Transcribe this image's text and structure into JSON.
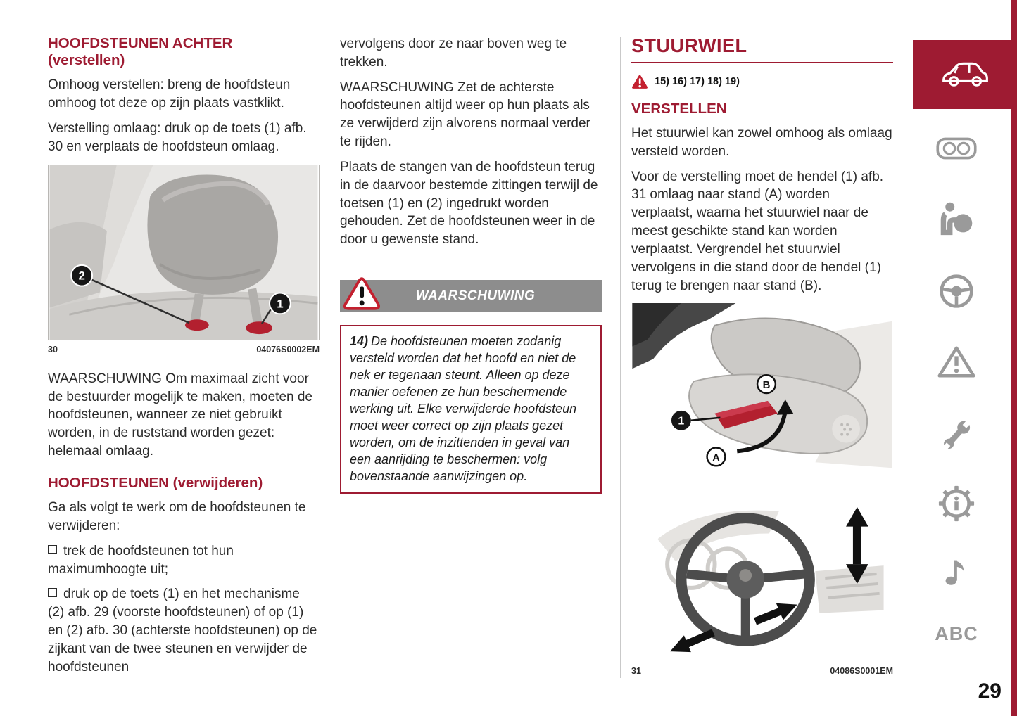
{
  "page": {
    "number": "29"
  },
  "colors": {
    "accent_red": "#9e1b32",
    "body_text": "#2b2b2b",
    "banner_gray": "#8d8d8d",
    "icon_gray": "#9a9a9a"
  },
  "column1": {
    "heading": "HOOFDSTEUNEN ACHTER\n(verstellen)",
    "para1": "Omhoog verstellen: breng de hoofdsteun omhoog tot deze op zijn plaats vastklikt.",
    "para2": "Verstelling omlaag: druk op de toets (1) afb. 30 en verplaats de hoofdsteun omlaag.",
    "figure30": {
      "caption_number": "30",
      "caption_code": "04076S0002EM",
      "callout1": "1",
      "callout2": "2"
    },
    "para3": "WAARSCHUWING Om maximaal zicht voor de bestuurder mogelijk te maken, moeten de hoofdsteunen, wanneer ze niet gebruikt worden, in de ruststand worden gezet: helemaal omlaag.",
    "heading2": "HOOFDSTEUNEN (verwijderen)",
    "para4": "Ga als volgt te werk om de hoofdsteunen te verwijderen:",
    "bullets": [
      "trek de hoofdsteunen tot hun maximumhoogte uit;",
      "druk op de toets (1) en het mechanisme (2) afb. 29 (voorste hoofdsteunen) of op (1) en (2) afb. 30 (achterste hoofdsteunen) op de zijkant van de twee steunen en verwijder de hoofdsteunen"
    ]
  },
  "column2": {
    "para1": "vervolgens door ze naar boven weg te trekken.",
    "para2": "WAARSCHUWING Zet de achterste hoofdsteunen altijd weer op hun plaats als ze verwijderd zijn alvorens normaal verder te rijden.",
    "para3": "Plaats de stangen van de hoofdsteun terug in de daarvoor bestemde zittingen terwijl de toetsen (1) en (2) ingedrukt worden gehouden. Zet de hoofdsteunen weer in de door u gewenste stand.",
    "banner_label": "WAARSCHUWING",
    "note_ref": "14)",
    "note_text": "De hoofdsteunen moeten zodanig versteld worden dat het hoofd en niet de nek er tegenaan steunt. Alleen op deze manier oefenen ze hun beschermende werking uit. Elke verwijderde hoofdsteun moet weer correct op zijn plaats gezet worden, om de inzittenden in geval van een aanrijding te beschermen: volg bovenstaande aanwijzingen op."
  },
  "column3": {
    "heading": "STUURWIEL",
    "refs": "15) 16) 17) 18) 19)",
    "subheading": "VERSTELLEN",
    "para1": "Het stuurwiel kan zowel omhoog als omlaag versteld worden.",
    "para2": "Voor de verstelling moet de hendel (1) afb. 31 omlaag naar stand (A) worden verplaatst, waarna het stuurwiel naar de meest geschikte stand kan worden verplaatst. Vergrendel het stuurwiel vervolgens in die stand door de hendel (1) terug te brengen naar stand (B).",
    "figure31": {
      "caption_number": "31",
      "caption_code": "04086S0001EM",
      "callout1": "1",
      "calloutA": "A",
      "calloutB": "B"
    }
  },
  "sidebar": {
    "abc_label": "ABC",
    "icons": [
      "car-icon",
      "instrument-cluster-icon",
      "seatbelt-airbag-icon",
      "steering-wheel-icon",
      "warning-triangle-icon",
      "wrench-icon",
      "info-gear-icon",
      "music-note-icon"
    ]
  }
}
